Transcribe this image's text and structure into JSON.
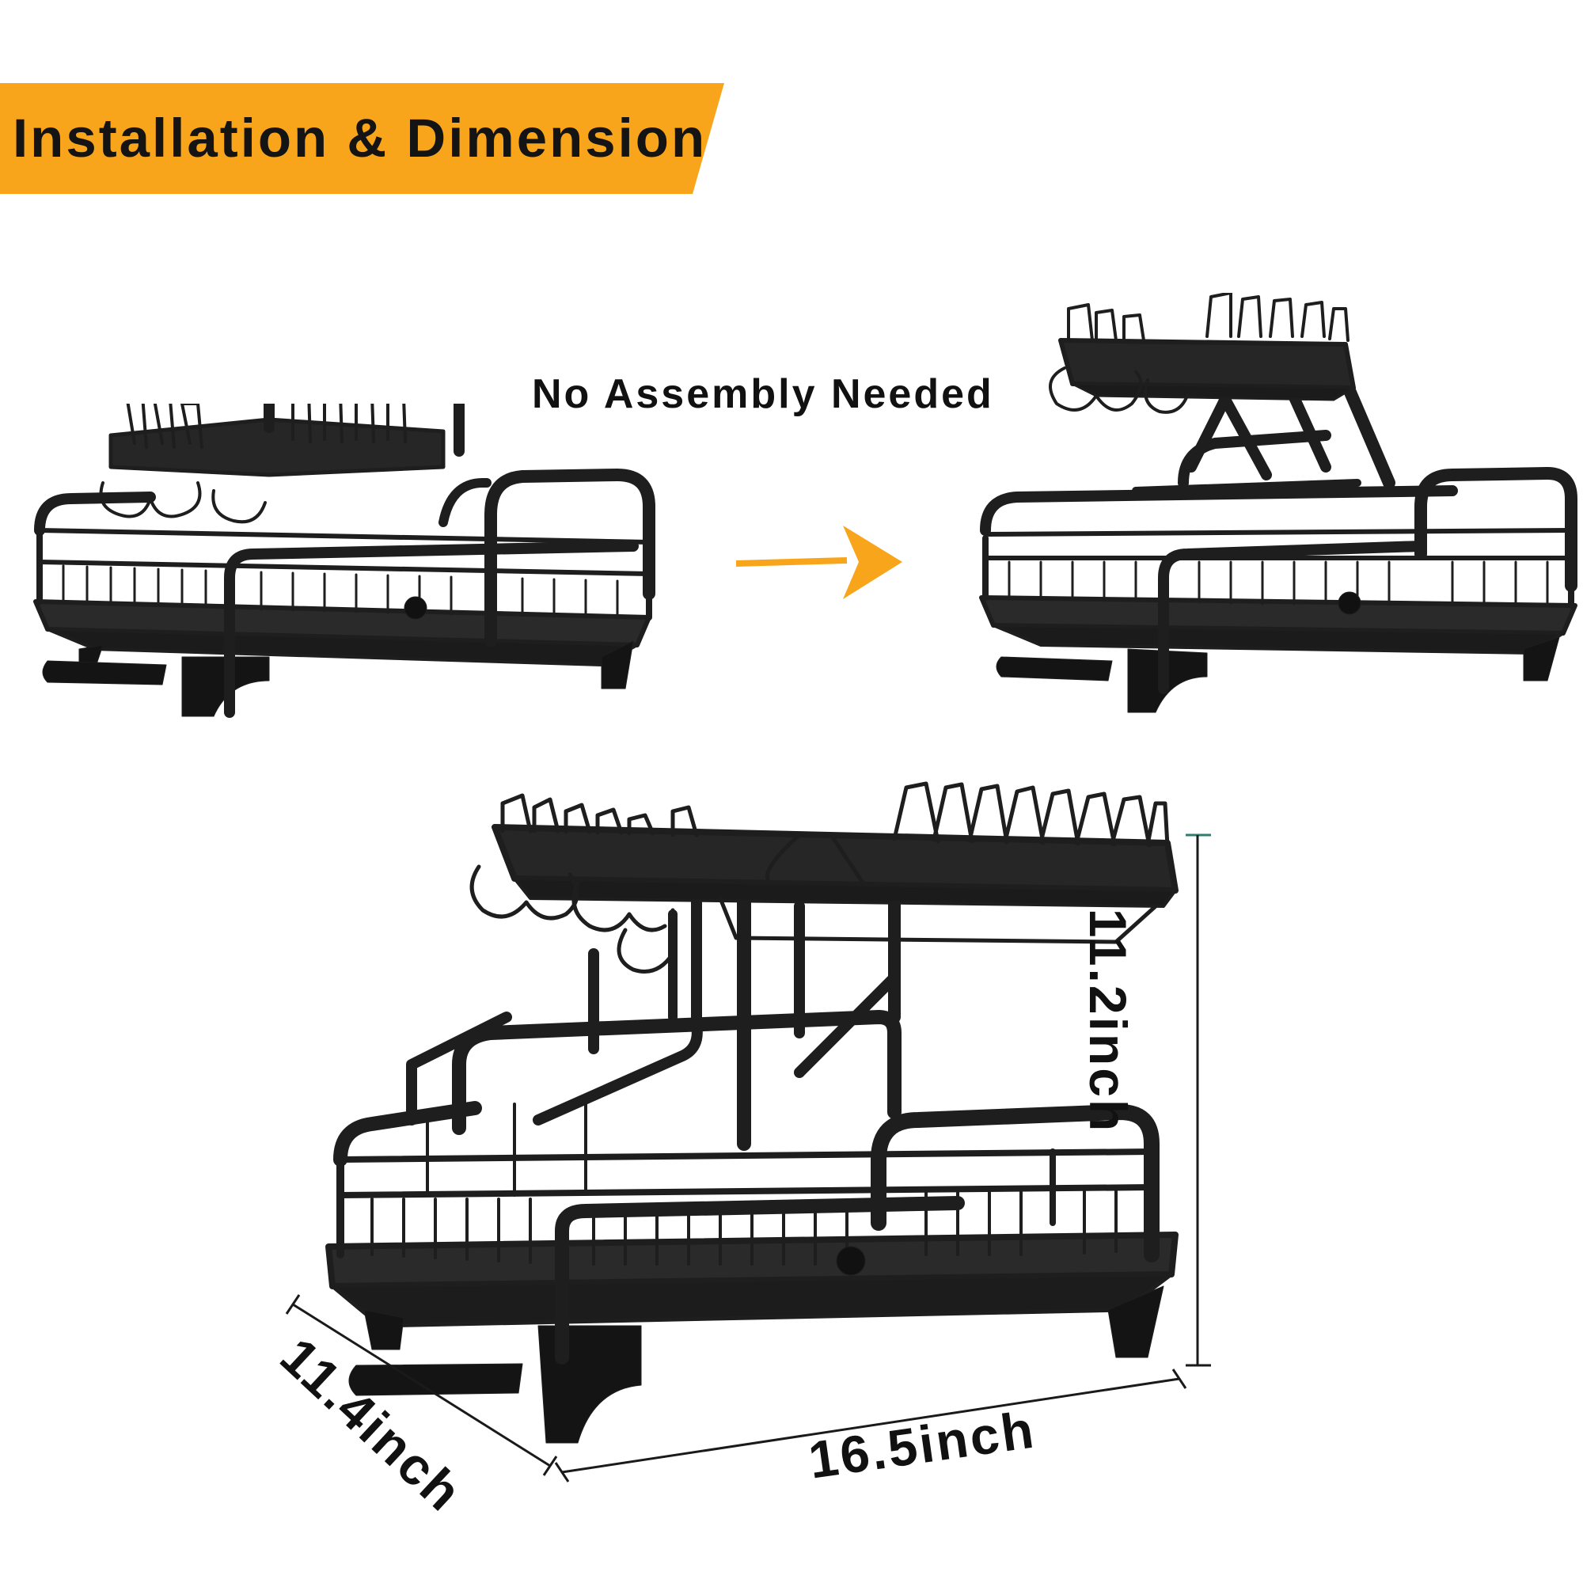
{
  "header": {
    "title": "Installation & Dimension",
    "accent_color": "#F9A51B"
  },
  "steps": {
    "subtitle": "No Assembly Needed",
    "arrow_icon": "right-arrow",
    "arrow_color": "#F9A51B",
    "before_image": "folded-dish-rack",
    "after_image": "expanded-two-tier-dish-rack"
  },
  "dimensions": {
    "height": "11.2inch",
    "width": "16.5inch",
    "depth": "11.4inch"
  },
  "product": {
    "color": "#1E1E1E"
  }
}
